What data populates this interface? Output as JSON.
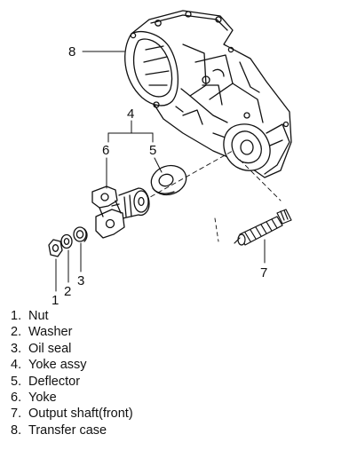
{
  "callouts": {
    "c1": "1",
    "c2": "2",
    "c3": "3",
    "c4": "4",
    "c5": "5",
    "c6": "6",
    "c7": "7",
    "c8": "8"
  },
  "legend": [
    {
      "num": "1.",
      "label": "Nut"
    },
    {
      "num": "2.",
      "label": "Washer"
    },
    {
      "num": "3.",
      "label": "Oil seal"
    },
    {
      "num": "4.",
      "label": "Yoke assy"
    },
    {
      "num": "5.",
      "label": "Deflector"
    },
    {
      "num": "6.",
      "label": "Yoke"
    },
    {
      "num": "7.",
      "label": "Output shaft(front)"
    },
    {
      "num": "8.",
      "label": "Transfer case"
    }
  ]
}
